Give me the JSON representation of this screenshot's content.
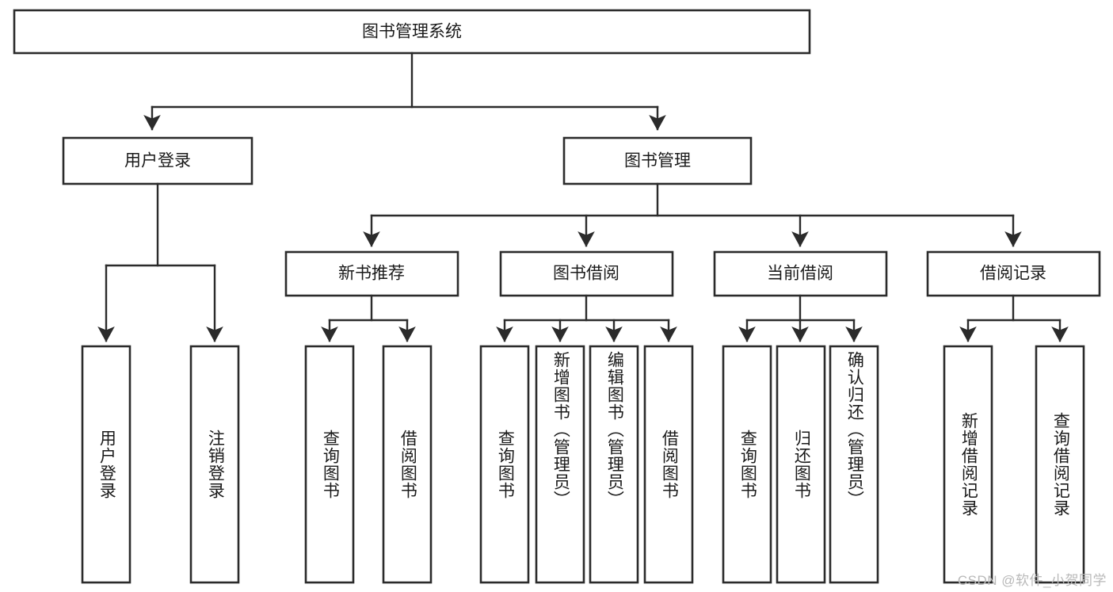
{
  "diagram": {
    "type": "tree-hierarchy-flowchart",
    "title_node": {
      "label": "图书管理系统"
    },
    "level2": [
      {
        "label": "用户登录"
      },
      {
        "label": "图书管理"
      }
    ],
    "level3": [
      {
        "label": "新书推荐"
      },
      {
        "label": "图书借阅"
      },
      {
        "label": "当前借阅"
      },
      {
        "label": "借阅记录"
      }
    ],
    "leaves": [
      {
        "label": "用户登录",
        "parent": "用户登录"
      },
      {
        "label": "注销登录",
        "parent": "用户登录"
      },
      {
        "label": "查询图书",
        "parent": "新书推荐"
      },
      {
        "label": "借阅图书",
        "parent": "新书推荐"
      },
      {
        "label": "查询图书",
        "parent": "图书借阅"
      },
      {
        "label": "新增图书（管理员）",
        "parent": "图书借阅"
      },
      {
        "label": "编辑图书（管理员）",
        "parent": "图书借阅"
      },
      {
        "label": "借阅图书",
        "parent": "图书借阅"
      },
      {
        "label": "查询图书",
        "parent": "当前借阅"
      },
      {
        "label": "归还图书",
        "parent": "当前借阅"
      },
      {
        "label": "确认归还（管理员）",
        "parent": "当前借阅"
      },
      {
        "label": "新增借阅记录",
        "parent": "借阅记录"
      },
      {
        "label": "查询借阅记录",
        "parent": "借阅记录"
      }
    ],
    "colors": {
      "box_stroke": "#2b2b2b",
      "box_fill": "#ffffff",
      "text": "#1a1a1a",
      "connector": "#2b2b2b",
      "watermark": "#b9b9b9",
      "background": "#ffffff"
    }
  },
  "watermark": {
    "text": "CSDN @软件_小贺同学"
  }
}
